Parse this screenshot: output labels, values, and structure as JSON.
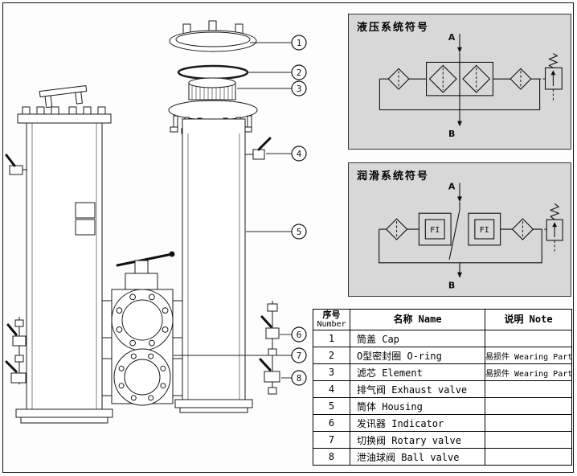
{
  "drawing": {
    "callouts": [
      "1",
      "2",
      "3",
      "4",
      "5",
      "6",
      "7",
      "8"
    ]
  },
  "schematics": {
    "hydraulic": {
      "title": "液压系统符号",
      "port_a": "A",
      "port_b": "B"
    },
    "lubrication": {
      "title": "润滑系统符号",
      "port_a": "A",
      "port_b": "B",
      "fi": "FI"
    }
  },
  "table": {
    "header": {
      "number_cn": "序号",
      "number_en": "Number",
      "name": "名称 Name",
      "note": "说明 Note"
    },
    "rows": [
      {
        "no": "1",
        "name": "筒盖 Cap",
        "note": ""
      },
      {
        "no": "2",
        "name": "O型密封圈 O-ring",
        "note": "易损件 Wearing Parts"
      },
      {
        "no": "3",
        "name": "滤芯 Element",
        "note": "易损件 Wearing Parts"
      },
      {
        "no": "4",
        "name": "排气阀 Exhaust valve",
        "note": ""
      },
      {
        "no": "5",
        "name": "筒体 Housing",
        "note": ""
      },
      {
        "no": "6",
        "name": "发讯器 Indicator",
        "note": ""
      },
      {
        "no": "7",
        "name": "切换阀 Rotary valve",
        "note": ""
      },
      {
        "no": "8",
        "name": "泄油球阀 Ball valve",
        "note": ""
      }
    ]
  }
}
